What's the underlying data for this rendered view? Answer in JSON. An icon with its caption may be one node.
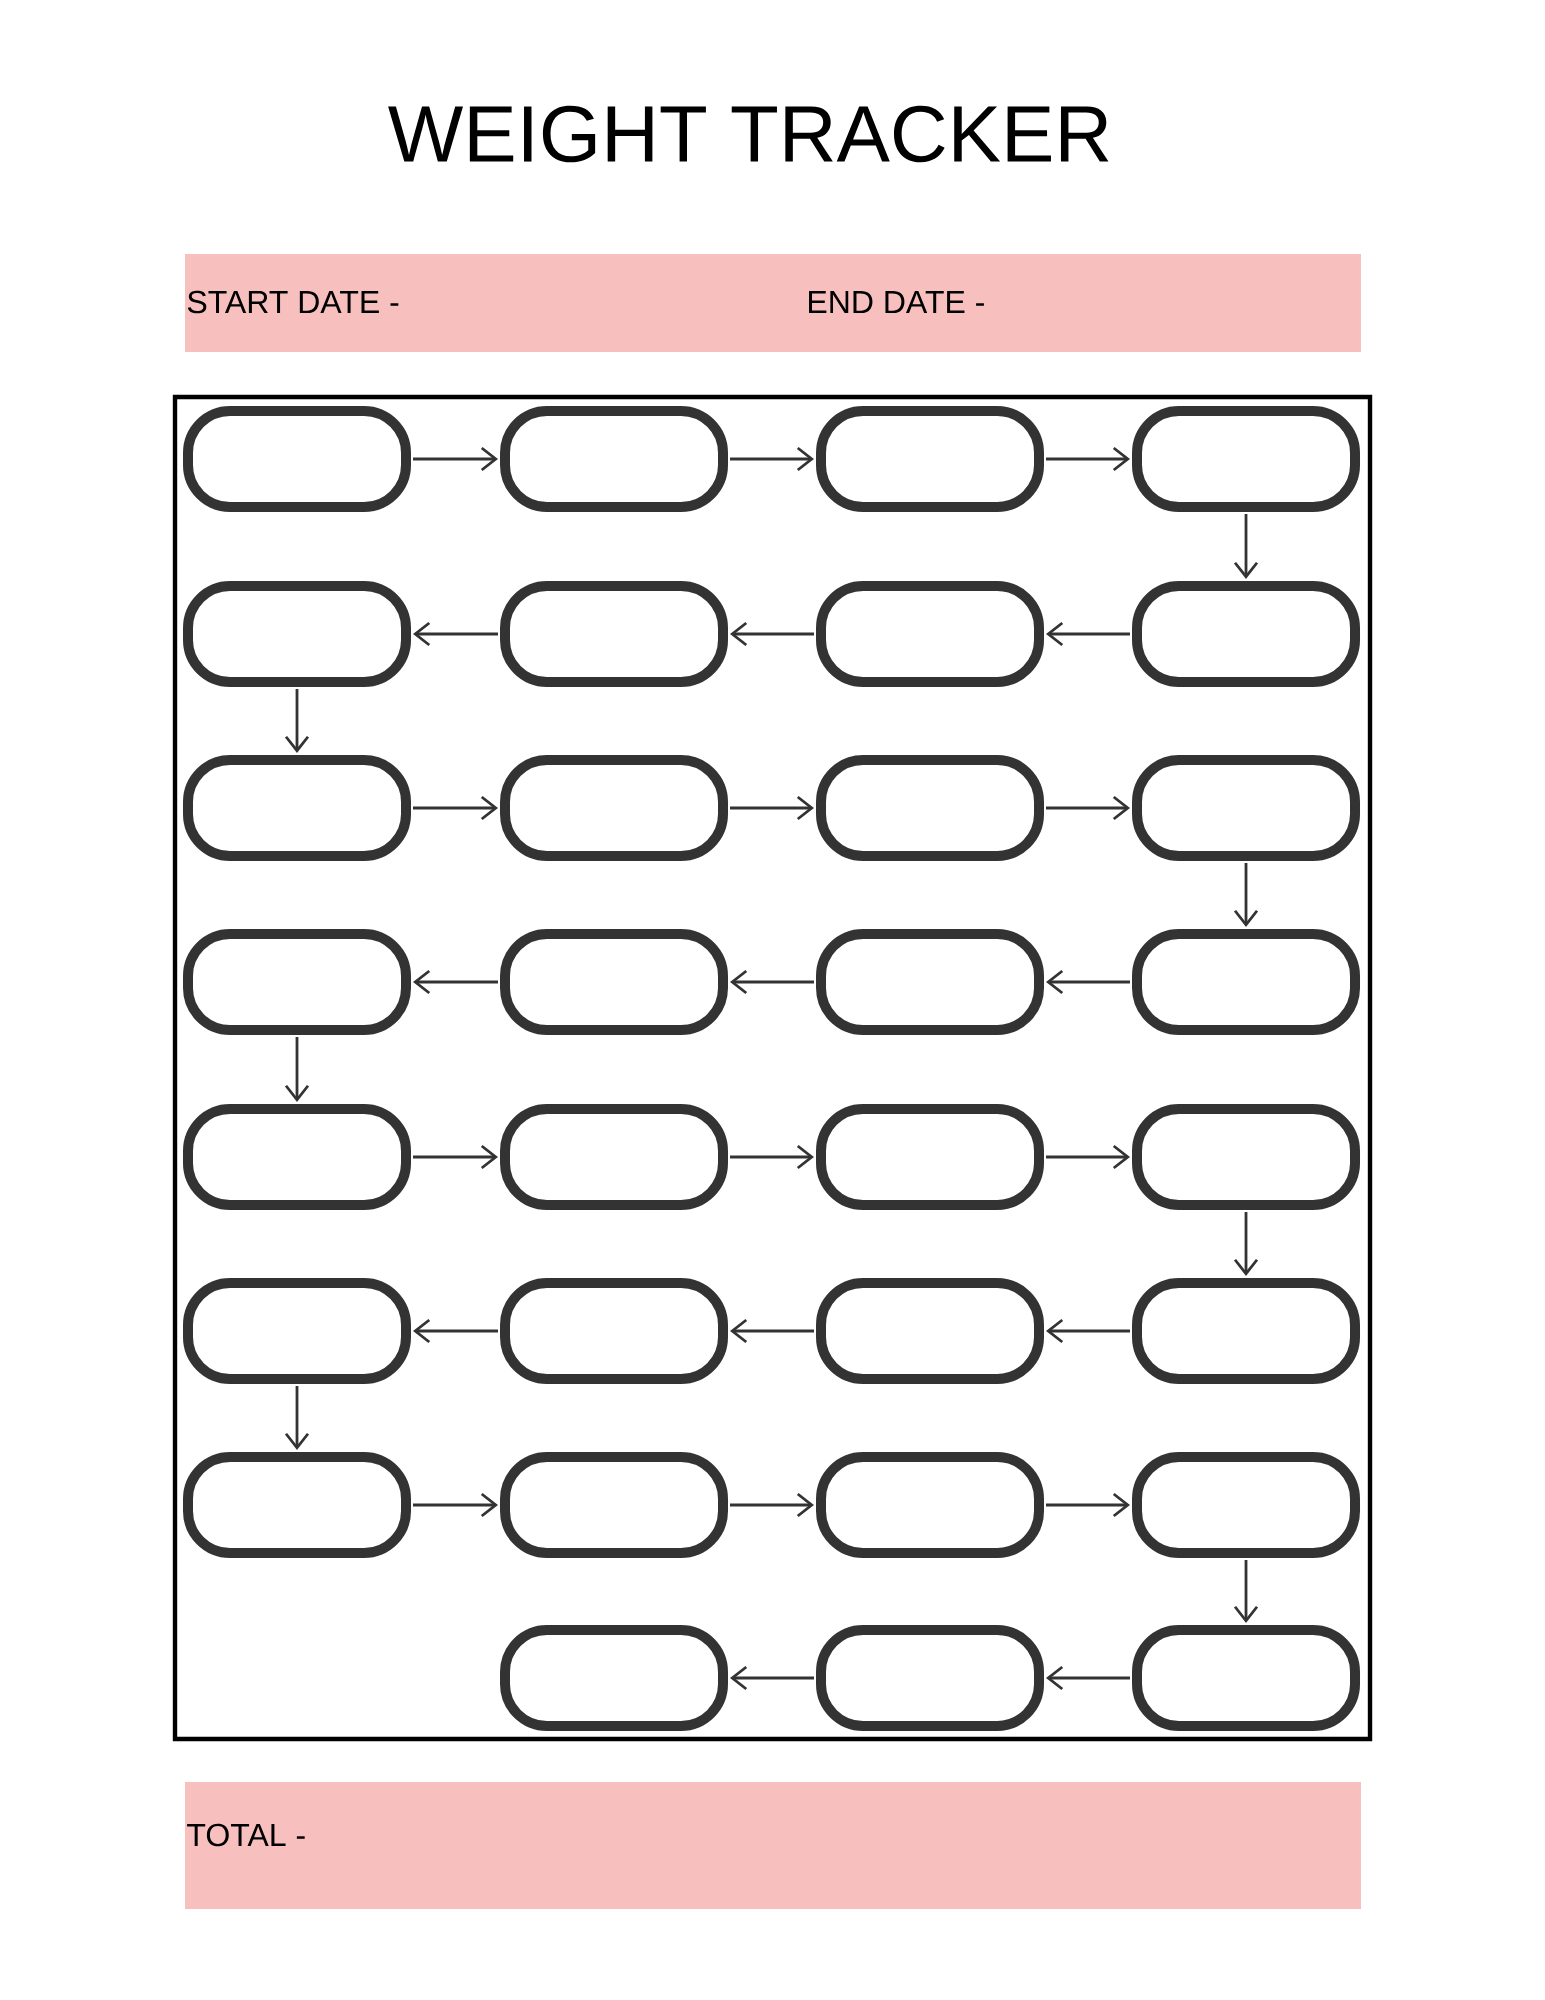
{
  "diagram": {
    "title": "WEIGHT TRACKER",
    "nodes": [
      {
        "text": [
          "START DATE -",
          "END DATE -"
        ]
      },
      {
        "text": [],
        "shape": "box"
      },
      {
        "text": [],
        "shape": "pill",
        "in": 1
      },
      {
        "text": [],
        "shape": "pill",
        "in": 1
      },
      {
        "text": [],
        "shape": "pill",
        "in": 1
      },
      {
        "text": [],
        "shape": "pill",
        "in": 1
      },
      {
        "text": [],
        "shape": "pill",
        "in": 1
      },
      {
        "text": [],
        "shape": "pill",
        "in": 1
      },
      {
        "text": [],
        "shape": "pill",
        "in": 1
      },
      {
        "text": [],
        "shape": "pill",
        "in": 1
      },
      {
        "text": [],
        "shape": "pill",
        "in": 1
      },
      {
        "text": [],
        "shape": "pill",
        "in": 1
      },
      {
        "text": [],
        "shape": "pill",
        "in": 1
      },
      {
        "text": [],
        "shape": "pill",
        "in": 1
      },
      {
        "text": [],
        "shape": "pill",
        "in": 1
      },
      {
        "text": [],
        "shape": "pill",
        "in": 1
      },
      {
        "text": [],
        "shape": "pill",
        "in": 1
      },
      {
        "text": [],
        "shape": "pill",
        "in": 1
      },
      {
        "text": [],
        "shape": "pill",
        "in": 1
      },
      {
        "text": [],
        "shape": "pill",
        "in": 1
      },
      {
        "text": [],
        "shape": "pill",
        "in": 1
      },
      {
        "text": [],
        "shape": "pill",
        "in": 1
      },
      {
        "text": [],
        "shape": "pill",
        "in": 1
      },
      {
        "text": [],
        "shape": "pill",
        "in": 1
      },
      {
        "text": [],
        "shape": "pill",
        "in": 1
      },
      {
        "text": [],
        "shape": "pill",
        "in": 1
      },
      {
        "text": [],
        "shape": "pill",
        "in": 1
      },
      {
        "text": [],
        "shape": "pill",
        "in": 1
      },
      {
        "text": [],
        "shape": "pill",
        "in": 1
      },
      {
        "text": [],
        "shape": "pill",
        "in": 1
      },
      {
        "text": [],
        "shape": "pill",
        "in": 1
      },
      {
        "text": [],
        "shape": "pill",
        "in": 1
      },
      {
        "text": [],
        "shape": "pill",
        "in": 1
      },
      {
        "text": [
          "TOTAL -"
        ]
      }
    ],
    "edges": [
      {
        "from": 2,
        "to": 3,
        "arrow": "to"
      },
      {
        "from": 3,
        "to": 4,
        "arrow": "to"
      },
      {
        "from": 4,
        "to": 5,
        "arrow": "to"
      },
      {
        "from": 5,
        "to": 9,
        "arrow": "to"
      },
      {
        "from": 9,
        "to": 8,
        "arrow": "to"
      },
      {
        "from": 8,
        "to": 7,
        "arrow": "to"
      },
      {
        "from": 7,
        "to": 6,
        "arrow": "to"
      },
      {
        "from": 6,
        "to": 10,
        "arrow": "to"
      },
      {
        "from": 10,
        "to": 11,
        "arrow": "to"
      },
      {
        "from": 11,
        "to": 12,
        "arrow": "to"
      },
      {
        "from": 12,
        "to": 13,
        "arrow": "to"
      },
      {
        "from": 13,
        "to": 17,
        "arrow": "to"
      },
      {
        "from": 17,
        "to": 16,
        "arrow": "to"
      },
      {
        "from": 16,
        "to": 15,
        "arrow": "to"
      },
      {
        "from": 15,
        "to": 14,
        "arrow": "to"
      },
      {
        "from": 14,
        "to": 18,
        "arrow": "to"
      },
      {
        "from": 18,
        "to": 19,
        "arrow": "to"
      },
      {
        "from": 19,
        "to": 20,
        "arrow": "to"
      },
      {
        "from": 20,
        "to": 21,
        "arrow": "to"
      },
      {
        "from": 21,
        "to": 25,
        "arrow": "to"
      },
      {
        "from": 25,
        "to": 24,
        "arrow": "to"
      },
      {
        "from": 24,
        "to": 23,
        "arrow": "to"
      },
      {
        "from": 23,
        "to": 22,
        "arrow": "to"
      },
      {
        "from": 22,
        "to": 26,
        "arrow": "to"
      },
      {
        "from": 26,
        "to": 27,
        "arrow": "to"
      },
      {
        "from": 27,
        "to": 28,
        "arrow": "to"
      },
      {
        "from": 28,
        "to": 29,
        "arrow": "to"
      },
      {
        "from": 29,
        "to": 32,
        "arrow": "to"
      },
      {
        "from": 32,
        "to": 31,
        "arrow": "to"
      },
      {
        "from": 31,
        "to": 30,
        "arrow": "to"
      }
    ]
  }
}
